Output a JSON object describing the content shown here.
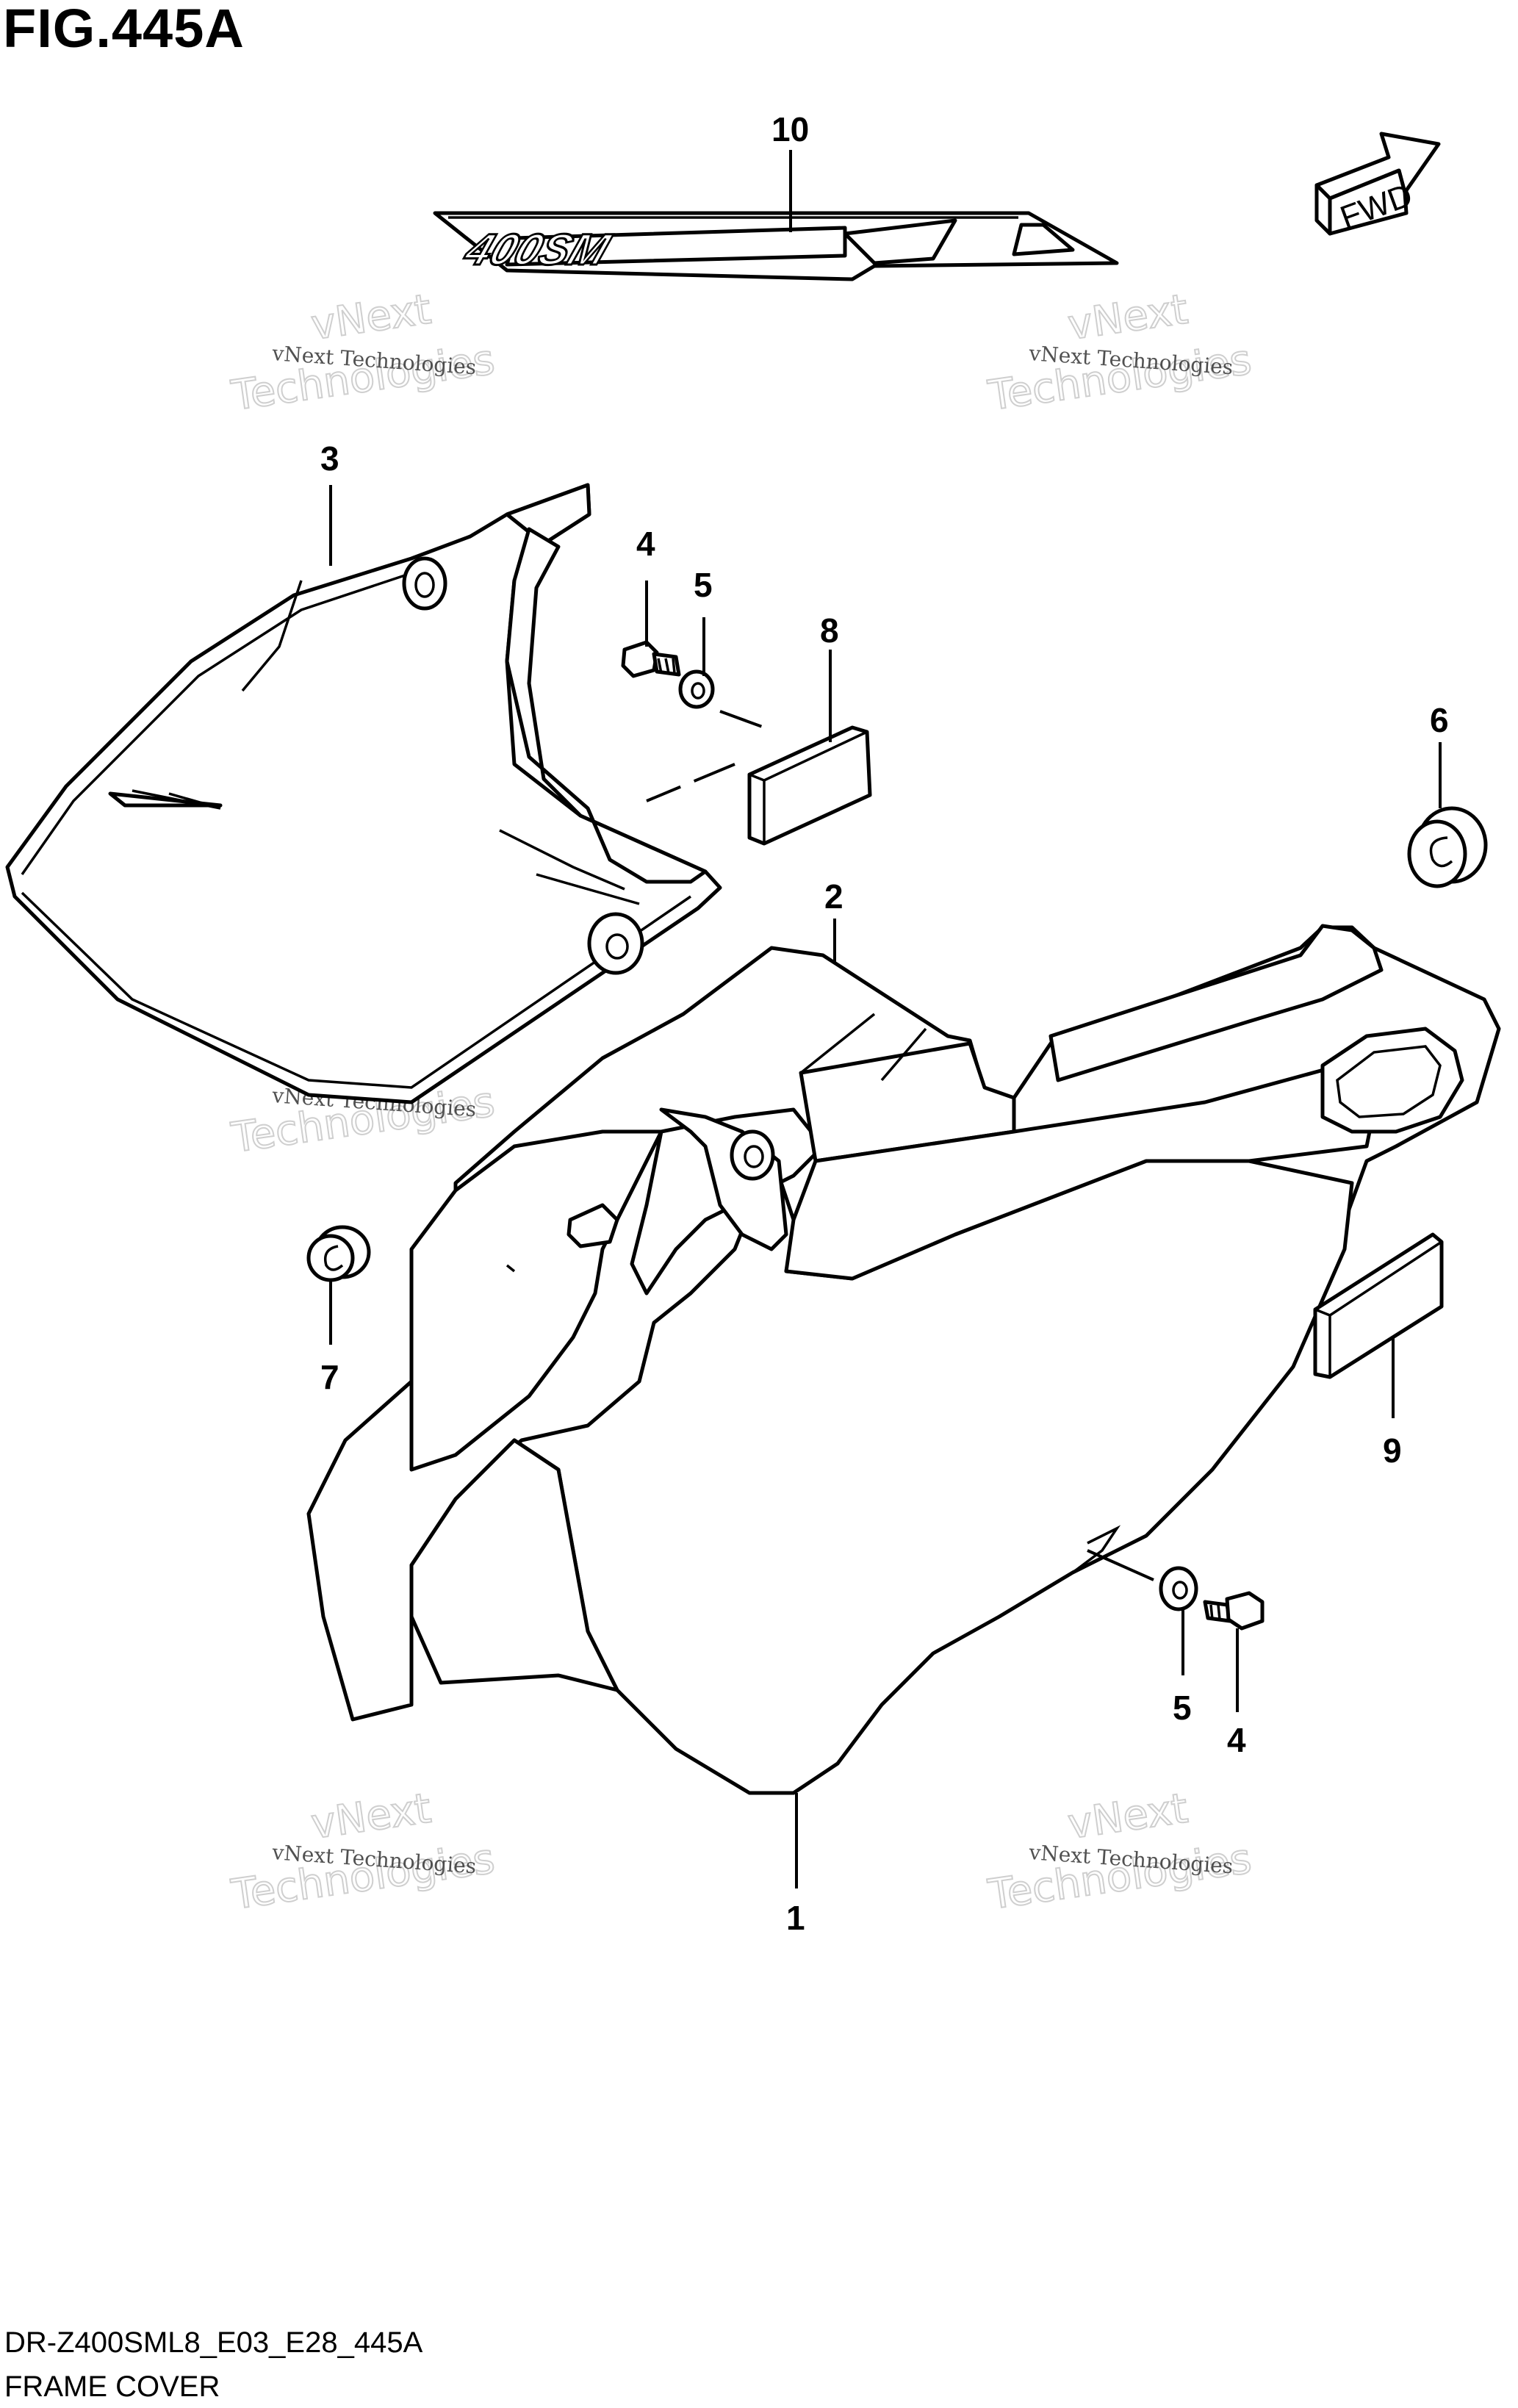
{
  "figure": {
    "title": "FIG.445A",
    "code": "DR-Z400SML8_E03_E28_445A",
    "name": "FRAME COVER"
  },
  "direction_arrow": {
    "label": "FWD",
    "icon": "forward-arrow-icon"
  },
  "decal_text": "400SM",
  "callouts": [
    "10",
    "3",
    "4",
    "5",
    "8",
    "6",
    "2",
    "7",
    "9",
    "5",
    "4",
    "1"
  ],
  "watermark": {
    "small": "vNext Technologies",
    "big_line1": "vNext",
    "big_line2": "Technologies"
  },
  "colors": {
    "line": "#000000",
    "background": "#ffffff"
  }
}
